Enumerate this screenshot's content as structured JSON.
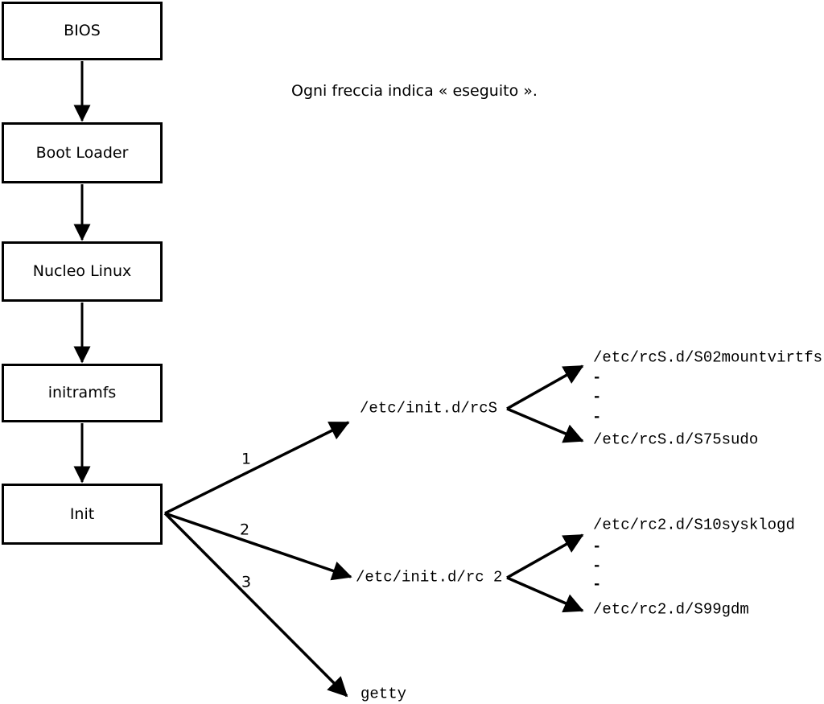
{
  "title": {
    "note": "Ogni freccia indica « eseguito »."
  },
  "flow": {
    "boxes": [
      {
        "label": "BIOS"
      },
      {
        "label": "Boot Loader"
      },
      {
        "label": "Nucleo Linux"
      },
      {
        "label": "initramfs"
      },
      {
        "label": "Init"
      }
    ]
  },
  "branches": {
    "b1": {
      "num": "1",
      "target": "/etc/init.d/rcS",
      "children": {
        "first": "/etc/rcS.d/S02mountvirtfs",
        "d1": "-",
        "d2": "-",
        "d3": "-",
        "last": "/etc/rcS.d/S75sudo"
      }
    },
    "b2": {
      "num": "2",
      "target": "/etc/init.d/rc 2",
      "children": {
        "first": "/etc/rc2.d/S10sysklogd",
        "d1": "-",
        "d2": "-",
        "d3": "-",
        "last": "/etc/rc2.d/S99gdm"
      }
    },
    "b3": {
      "num": "3",
      "target": "getty"
    }
  },
  "colors": {
    "stroke": "#000000",
    "background": "#ffffff",
    "box_fill": "#ffffff"
  }
}
